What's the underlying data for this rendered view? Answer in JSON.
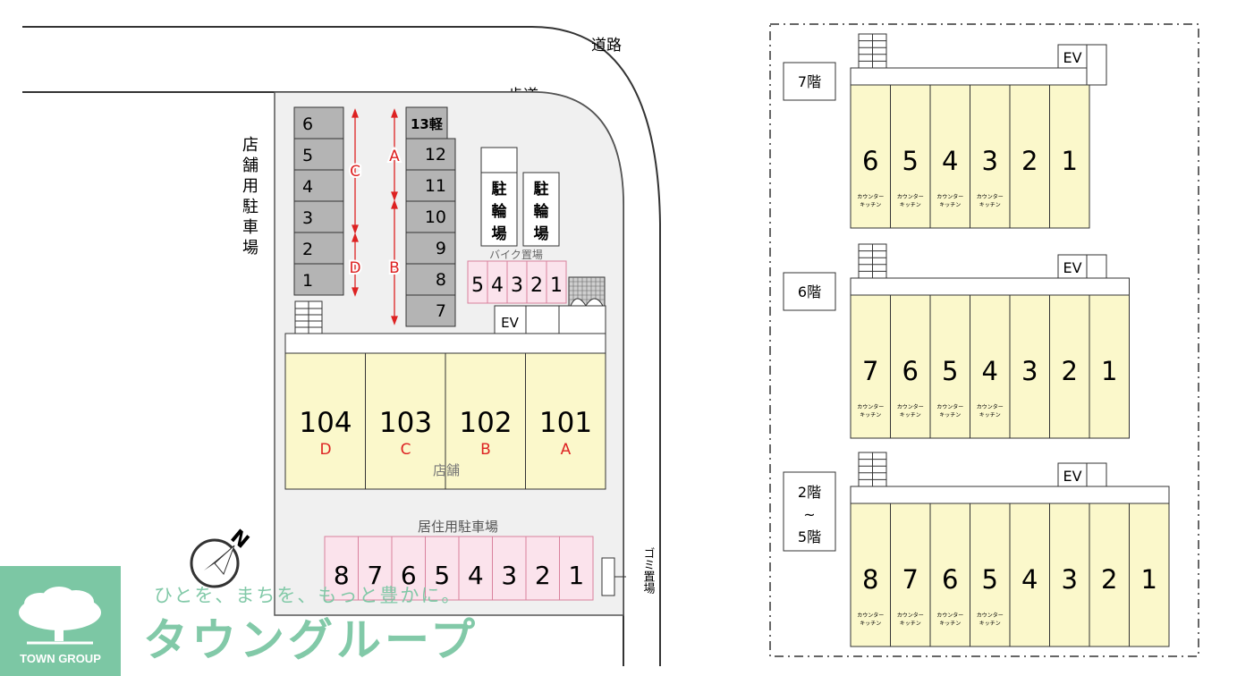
{
  "site": {
    "road": "道路",
    "sidewalk": "歩道",
    "store_parking_chars": [
      "店",
      "舗",
      "用",
      "駐",
      "車",
      "場"
    ],
    "left_spaces": [
      "6",
      "5",
      "4",
      "3",
      "2",
      "1"
    ],
    "right_spaces": [
      "13軽",
      "12",
      "11",
      "10",
      "9",
      "8",
      "7"
    ],
    "range_labels": {
      "A": "A",
      "B": "B",
      "C": "C",
      "D": "D"
    },
    "bicycle_parking_chars": [
      "駐",
      "輪",
      "場"
    ],
    "bike_parking_label": "バイク置場",
    "bike_slots": [
      "5",
      "4",
      "3",
      "2",
      "1"
    ],
    "ev": "EV",
    "stores": [
      {
        "unit": "104",
        "tag": "D"
      },
      {
        "unit": "103",
        "tag": "C"
      },
      {
        "unit": "102",
        "tag": "B"
      },
      {
        "unit": "101",
        "tag": "A"
      }
    ],
    "store_label": "店舗",
    "resident_parking_label": "居住用駐車場",
    "resident_spaces": [
      "8",
      "7",
      "6",
      "5",
      "4",
      "3",
      "2",
      "1"
    ],
    "garbage_label": "ゴミ置場",
    "north": "N"
  },
  "floors": [
    {
      "label": "7階",
      "units": [
        "6",
        "5",
        "4",
        "3",
        "2",
        "1"
      ],
      "kitchen_units": 4
    },
    {
      "label": "6階",
      "units": [
        "7",
        "6",
        "5",
        "4",
        "3",
        "2",
        "1"
      ],
      "kitchen_units": 4
    },
    {
      "label_lines": [
        "2階",
        "~",
        "5階"
      ],
      "units": [
        "8",
        "7",
        "6",
        "5",
        "4",
        "3",
        "2",
        "1"
      ],
      "kitchen_units": 4
    }
  ],
  "kitchen_note": [
    "カウンター",
    "キッチン"
  ],
  "branding": {
    "logo_text": "TOWN GROUP",
    "slogan": "ひとを、まちを、もっと豊かに。",
    "brand": "タウングループ"
  },
  "colors": {
    "unit_fill": "#fbf8cb",
    "parking_fill": "#b4b4b4",
    "resident_fill": "#fbe3ec",
    "bike_stroke": "#d9819d",
    "range_red": "#d22",
    "brand_green": "#7cc7a4"
  }
}
